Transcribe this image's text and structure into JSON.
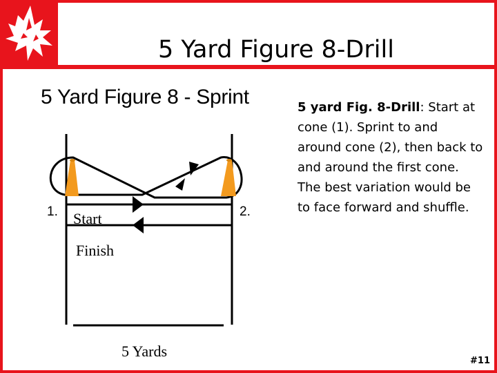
{
  "title": "5 Yard Figure 8-Drill",
  "diagram": {
    "title": "5 Yard Figure 8 - Sprint",
    "cone1_label": "1.",
    "cone2_label": "2.",
    "start_label": "Start",
    "finish_label": "Finish",
    "distance_label": "5 Yards",
    "cone_color": "#f39a1e"
  },
  "description": {
    "bold_lead": "5 yard Fig. 8-Drill",
    "text": ": Start at cone (1).  Sprint to and around cone (2), then back to and around the first cone.  The best variation would be to face forward and shuffle."
  },
  "slide_number": "#11",
  "colors": {
    "brand_red": "#e8141c"
  }
}
